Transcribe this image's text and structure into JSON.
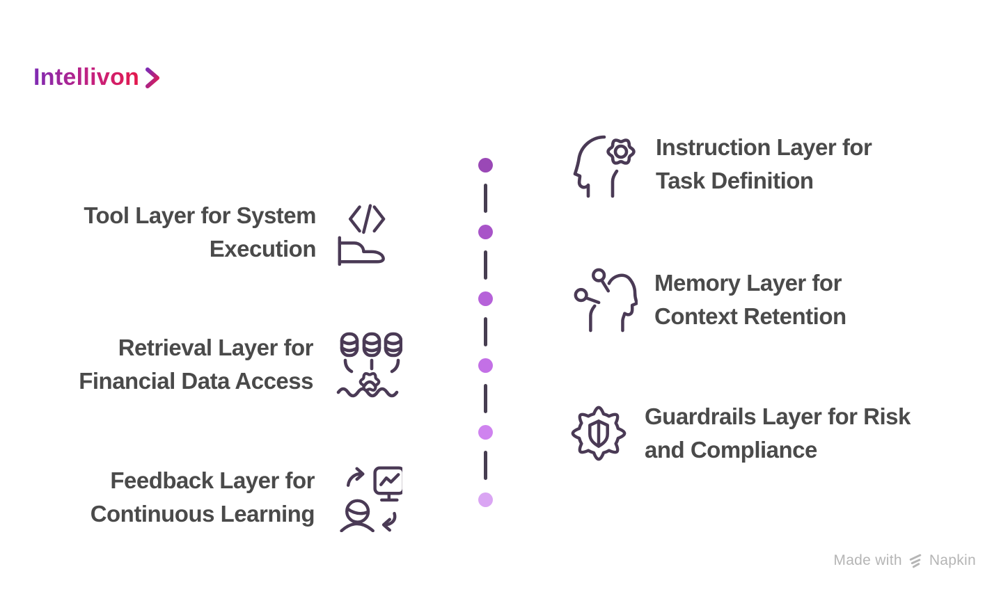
{
  "brand": {
    "name": "Intellivon"
  },
  "left_items": [
    {
      "lines": [
        "Tool Layer for System",
        "Execution"
      ],
      "icon": "code-laptop-icon"
    },
    {
      "lines": [
        "Retrieval Layer for",
        "Financial Data Access"
      ],
      "icon": "database-gear-icon"
    },
    {
      "lines": [
        "Feedback Layer for",
        "Continuous Learning"
      ],
      "icon": "feedback-loop-icon"
    }
  ],
  "right_items": [
    {
      "lines": [
        "Instruction Layer for",
        "Task Definition"
      ],
      "icon": "head-gear-icon"
    },
    {
      "lines": [
        "Memory Layer for",
        "Context Retention"
      ],
      "icon": "mind-connections-icon"
    },
    {
      "lines": [
        "Guardrails Layer for Risk",
        "and Compliance"
      ],
      "icon": "gear-shield-icon"
    }
  ],
  "timeline": {
    "dot_colors": [
      "#9a48b6",
      "#a854c8",
      "#b662d9",
      "#c370e6",
      "#cf83ef",
      "#daa5f3"
    ],
    "connector_color": "#473e51"
  },
  "footer": {
    "prefix": "Made with",
    "brand": "Napkin"
  },
  "colors": {
    "background": "#ffffff",
    "heading_text": "#4a4a4a",
    "icon_stroke": "#4a3a55",
    "footer_text": "#b5b5b5",
    "brand_gradient_start": "#7f2bb3",
    "brand_gradient_mid": "#c4217f",
    "brand_gradient_end": "#e41a4c"
  }
}
